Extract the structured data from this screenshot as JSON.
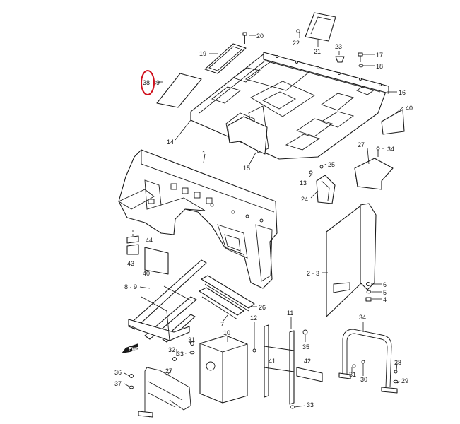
{
  "colors": {
    "line": "#1a1a1a",
    "highlight": "#d0101c",
    "paper": "#ffffff"
  },
  "icons": {
    "forward_arrow": "forward-arrow-icon"
  },
  "forward_label": "FWD",
  "callouts": [
    {
      "id": "c1",
      "label": "1"
    },
    {
      "id": "c20",
      "label": "20"
    },
    {
      "id": "c22",
      "label": "22"
    },
    {
      "id": "c21",
      "label": "21"
    },
    {
      "id": "c23",
      "label": "23"
    },
    {
      "id": "c17",
      "label": "17"
    },
    {
      "id": "c18",
      "label": "18"
    },
    {
      "id": "c19",
      "label": "19"
    },
    {
      "id": "c16",
      "label": "16"
    },
    {
      "id": "c38",
      "label": "38"
    },
    {
      "id": "c39",
      "label": "39"
    },
    {
      "id": "c40a",
      "label": "40"
    },
    {
      "id": "c14",
      "label": "14"
    },
    {
      "id": "c15",
      "label": "15"
    },
    {
      "id": "c27a",
      "label": "27"
    },
    {
      "id": "c34a",
      "label": "34"
    },
    {
      "id": "c25",
      "label": "25"
    },
    {
      "id": "c13",
      "label": "13"
    },
    {
      "id": "c24",
      "label": "24"
    },
    {
      "id": "c44",
      "label": "44"
    },
    {
      "id": "c43",
      "label": "43"
    },
    {
      "id": "c40b",
      "label": "40"
    },
    {
      "id": "c23b",
      "label": "2 · 3"
    },
    {
      "id": "c6",
      "label": "6"
    },
    {
      "id": "c5",
      "label": "5"
    },
    {
      "id": "c4",
      "label": "4"
    },
    {
      "id": "c89",
      "label": "8 · 9"
    },
    {
      "id": "c26",
      "label": "26"
    },
    {
      "id": "c7",
      "label": "7"
    },
    {
      "id": "c10",
      "label": "10"
    },
    {
      "id": "c12",
      "label": "12"
    },
    {
      "id": "c11",
      "label": "11"
    },
    {
      "id": "c35",
      "label": "35"
    },
    {
      "id": "c41",
      "label": "41"
    },
    {
      "id": "c42",
      "label": "42"
    },
    {
      "id": "c34b",
      "label": "34"
    },
    {
      "id": "c31a",
      "label": "31"
    },
    {
      "id": "c32",
      "label": "32"
    },
    {
      "id": "c33a",
      "label": "33"
    },
    {
      "id": "c27b",
      "label": "27"
    },
    {
      "id": "c36",
      "label": "36"
    },
    {
      "id": "c37",
      "label": "37"
    },
    {
      "id": "c31b",
      "label": "31"
    },
    {
      "id": "c30",
      "label": "30"
    },
    {
      "id": "c28",
      "label": "28"
    },
    {
      "id": "c29",
      "label": "29"
    },
    {
      "id": "c33b",
      "label": "33"
    }
  ]
}
